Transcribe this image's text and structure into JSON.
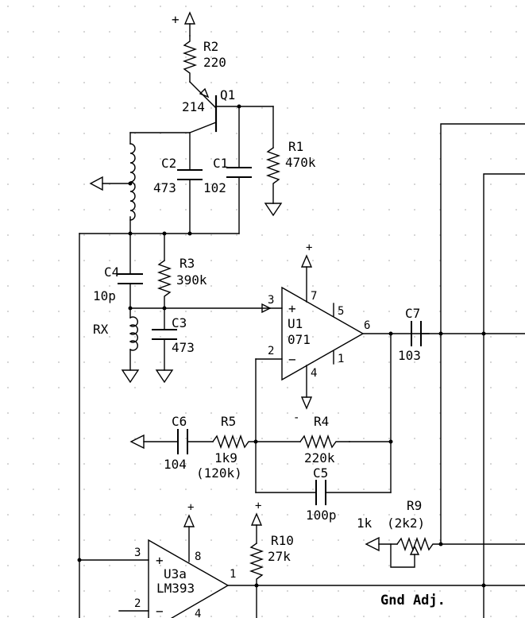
{
  "supply": {
    "plus": "+"
  },
  "parts": {
    "r2": {
      "ref": "R2",
      "value": "220"
    },
    "q1": {
      "ref": "Q1",
      "value": "214"
    },
    "r1": {
      "ref": "R1",
      "value": "470k"
    },
    "c2": {
      "ref": "C2",
      "value": "473"
    },
    "c1": {
      "ref": "C1",
      "value": "102"
    },
    "r3": {
      "ref": "R3",
      "value": "390k"
    },
    "c4": {
      "ref": "C4",
      "value": "10p"
    },
    "rx": {
      "ref": "RX"
    },
    "c3": {
      "ref": "C3",
      "value": "473"
    },
    "u1": {
      "ref": "U1",
      "value": "071",
      "pin_plus": "+",
      "pin_minus": "−",
      "pins": {
        "p3": "3",
        "p2": "2",
        "p7": "7",
        "p5": "5",
        "p6": "6",
        "p4": "4",
        "p1": "1"
      }
    },
    "c7": {
      "ref": "C7",
      "value": "103"
    },
    "c6": {
      "ref": "C6",
      "value": "104"
    },
    "r5": {
      "ref": "R5",
      "value": "1k9",
      "alt": "(120k)"
    },
    "r4": {
      "ref": "R4",
      "value": "220k"
    },
    "c5": {
      "ref": "C5",
      "value": "100p"
    },
    "r9": {
      "ref": "R9",
      "value": "1k",
      "alt": "(2k2)"
    },
    "r10": {
      "ref": "R10",
      "value": "27k"
    },
    "u3a": {
      "ref": "U3a",
      "value": "LM393",
      "pin_plus": "+",
      "pin_minus": "−",
      "pins": {
        "p3": "3",
        "p2": "2",
        "p8": "8",
        "p1": "1",
        "p4": "4"
      }
    }
  },
  "notes": {
    "gnd_adj": "Gnd Adj."
  }
}
